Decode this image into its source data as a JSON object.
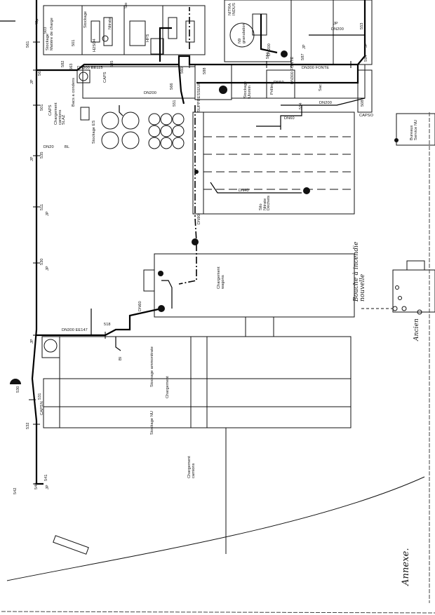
{
  "drawing": {
    "labels": {
      "stockage_matiere": "Stockage\nMatière de charge",
      "h2so4": "H2SO4",
      "nitrate": "Nitrate",
      "hfs": "HFS",
      "stockage_top": "Stockage",
      "nitra_indus": "NITRA\nINDUS",
      "n9_granulation": "N9\ngranulation",
      "sio": "Sio",
      "bacs_condens": "Bacs a condens",
      "caps_cave": "CAPS",
      "chargement_solaz": "Chargement\ncamions\nSLAZ",
      "stockage_es": "Stockage ES",
      "stockage_ulomin": "Stockage\nUlomin",
      "prillage": "Prilling",
      "sac": "Sac",
      "bureaux": "Bureaux\nService NU",
      "silo_nitrate": "Silo\nNitrate\nDéchets",
      "chargement_wagons": "Chargement\nwagons",
      "stockage_ammonitrate": "Stockage ammonitrate",
      "chargement_mid": "Chargement",
      "stockage_nu": "Stockage NU",
      "chargement_camions": "Chargement\ncamions",
      "suppresseur": "SUPPRESSEUR",
      "capsn": "CAPSN",
      "caps_right": "CAPS",
      "capso": "CAPSO"
    },
    "pipes": {
      "dn300_fonte_a": "DN300 FONTE",
      "dn300_fonte_b": "DN300 FONTE",
      "dn300_ee115": "DN300 EE115",
      "dn200_a": "DN200",
      "dn200_b": "DN200",
      "dn200_c": "DN200",
      "dn200_d": "DN200",
      "dn60": "DN60",
      "dn40": "DN40",
      "dn60_b": "DN60",
      "dn300_ee147": "DN300 EE147",
      "dn90": "DN90",
      "dn20": "DN20",
      "dn50": "DN50"
    },
    "numbers": {
      "n561": "561",
      "n503": "503",
      "n49": "49p",
      "n501": "501",
      "n562": "562",
      "n563": "563",
      "n501b": "501",
      "n535": "535",
      "n511": "511",
      "n530": "530",
      "n518": "518",
      "n530b": "530",
      "n531": "531",
      "n532": "532",
      "n540": "540",
      "n541": "541",
      "n542": "542",
      "n553": "553",
      "n584": "584",
      "n587": "587",
      "n594": "594",
      "n514": "514",
      "n508": "508",
      "n41": "41",
      "n560": "560",
      "n566": "566",
      "n588": "588",
      "n551": "551",
      "n585": "585",
      "n582": "582"
    },
    "markers": {
      "jp_1": "JP",
      "jp_2": "JP",
      "jp_3": "JP",
      "jp_4": "JP",
      "jp_5": "JP",
      "jp_6": "JP",
      "jp_7": "JP",
      "jp_8": "JP",
      "jp_9": "JP",
      "bi": "BI",
      "bl": "BL"
    },
    "annotations": {
      "handwritten_note": "Bouche à incendie\nnouvelle",
      "handwritten_short": "Ancien",
      "signature": "Annexe."
    }
  }
}
